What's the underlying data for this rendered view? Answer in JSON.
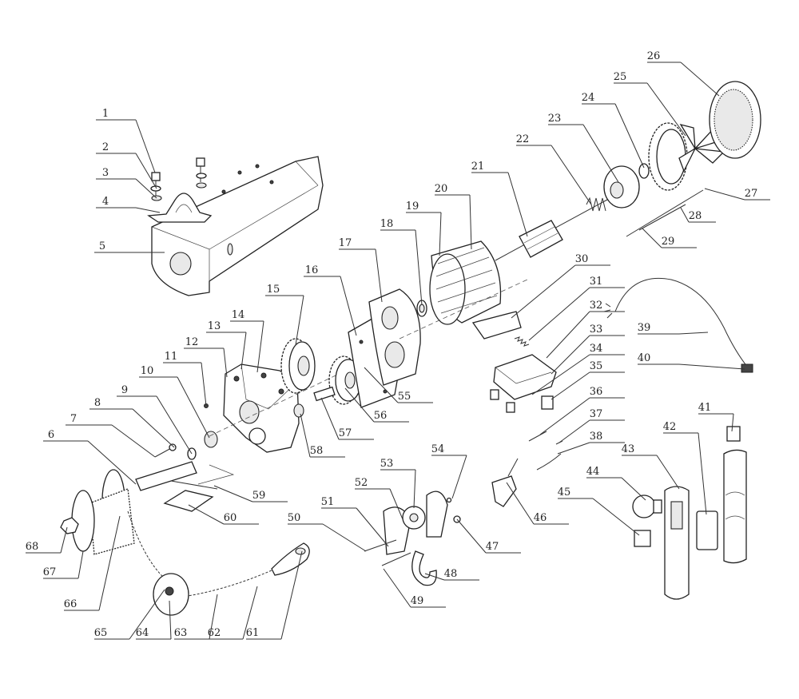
{
  "parts": [
    {
      "n": "1"
    },
    {
      "n": "2"
    },
    {
      "n": "3"
    },
    {
      "n": "4"
    },
    {
      "n": "5"
    },
    {
      "n": "6"
    },
    {
      "n": "7"
    },
    {
      "n": "8"
    },
    {
      "n": "9"
    },
    {
      "n": "10"
    },
    {
      "n": "11"
    },
    {
      "n": "12"
    },
    {
      "n": "13"
    },
    {
      "n": "14"
    },
    {
      "n": "15"
    },
    {
      "n": "16"
    },
    {
      "n": "17"
    },
    {
      "n": "18"
    },
    {
      "n": "19"
    },
    {
      "n": "20"
    },
    {
      "n": "21"
    },
    {
      "n": "22"
    },
    {
      "n": "23"
    },
    {
      "n": "24"
    },
    {
      "n": "25"
    },
    {
      "n": "26"
    },
    {
      "n": "27"
    },
    {
      "n": "28"
    },
    {
      "n": "29"
    },
    {
      "n": "30"
    },
    {
      "n": "31"
    },
    {
      "n": "32"
    },
    {
      "n": "33"
    },
    {
      "n": "34"
    },
    {
      "n": "35"
    },
    {
      "n": "36"
    },
    {
      "n": "37"
    },
    {
      "n": "38"
    },
    {
      "n": "39"
    },
    {
      "n": "40"
    },
    {
      "n": "41"
    },
    {
      "n": "42"
    },
    {
      "n": "43"
    },
    {
      "n": "44"
    },
    {
      "n": "45"
    },
    {
      "n": "46"
    },
    {
      "n": "47"
    },
    {
      "n": "48"
    },
    {
      "n": "49"
    },
    {
      "n": "50"
    },
    {
      "n": "51"
    },
    {
      "n": "52"
    },
    {
      "n": "53"
    },
    {
      "n": "54"
    },
    {
      "n": "55"
    },
    {
      "n": "56"
    },
    {
      "n": "57"
    },
    {
      "n": "58"
    },
    {
      "n": "59"
    },
    {
      "n": "60"
    },
    {
      "n": "61"
    },
    {
      "n": "62"
    },
    {
      "n": "63"
    },
    {
      "n": "64"
    },
    {
      "n": "65"
    },
    {
      "n": "66"
    },
    {
      "n": "67"
    },
    {
      "n": "68"
    }
  ]
}
